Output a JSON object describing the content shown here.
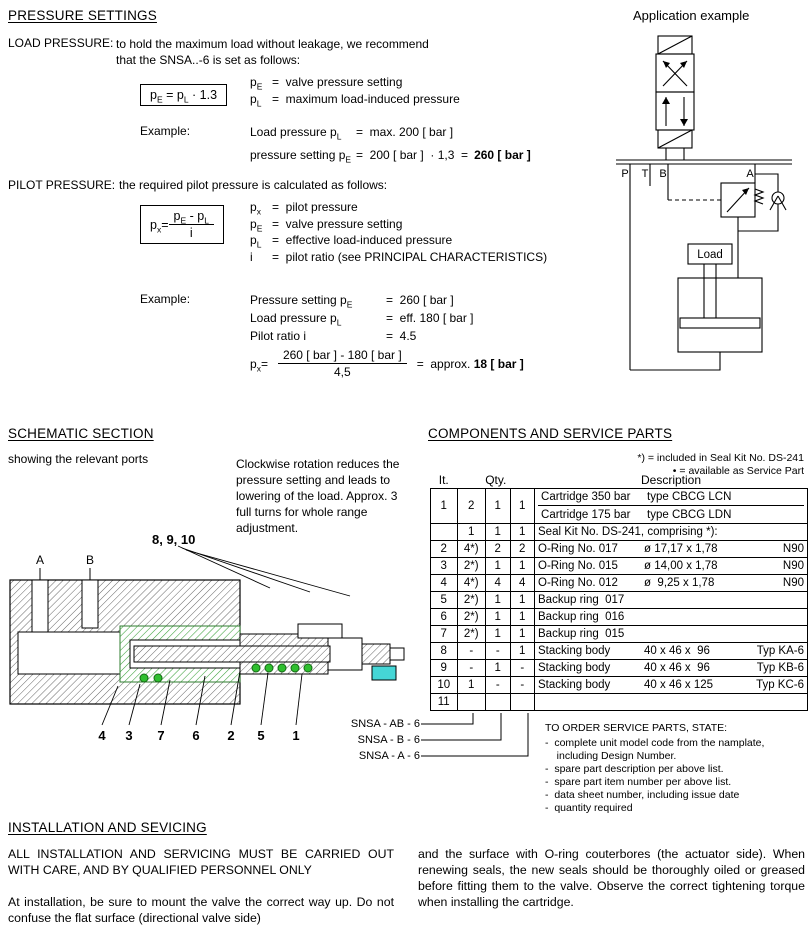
{
  "header": {
    "title": "PRESSURE SETTINGS",
    "application_example": "Application example"
  },
  "load": {
    "label": "LOAD PRESSURE:",
    "intro": "to hold the maximum load without leakage, we recommend\nthat the SNSA..-6 is set as follows:",
    "formula": {
      "a": "p",
      "a_sub": "E",
      "eq": " = ",
      "b": "p",
      "b_sub": "L",
      "tail": " · 1.3"
    },
    "defs": [
      {
        "sym": "p",
        "sub": "E",
        "text": "=  valve pressure setting"
      },
      {
        "sym": "p",
        "sub": "L",
        "text": "=  maximum load-induced pressure"
      }
    ],
    "example_label": "Example:",
    "line1": {
      "pre": "Load pressure p",
      "sub": "L",
      "val": "=  max. 200 [ bar ]"
    },
    "line2": {
      "pre": "pressure setting p",
      "sub": "E",
      "val": "=  200 [ bar ]  · 1,3  =",
      "bold": "260 [ bar ]"
    }
  },
  "pilot": {
    "label": "PILOT PRESSURE:",
    "intro": "the required pilot pressure is calculated as follows:",
    "formula": {
      "a": "p",
      "a_sub": "x",
      "eq": "=",
      "num_a": "p",
      "num_a_sub": "E",
      "num_b": " - p",
      "num_b_sub": "L",
      "den": "i"
    },
    "defs": [
      {
        "sym": "p",
        "sub": "x",
        "text": "=  pilot pressure"
      },
      {
        "sym": "p",
        "sub": "E",
        "text": "=  valve pressure setting"
      },
      {
        "sym": "p",
        "sub": "L",
        "text": "=  effective load-induced pressure"
      },
      {
        "sym": "i",
        "sub": "",
        "text": "=  pilot ratio (see PRINCIPAL CHARACTERISTICS)"
      }
    ],
    "example_label": "Example:",
    "rows": [
      {
        "pre": "Pressure setting p",
        "sub": "E",
        "val": "=  260 [ bar ]"
      },
      {
        "pre": "Load pressure p",
        "sub": "L",
        "val": "=  eff. 180 [ bar ]"
      },
      {
        "pre": "Pilot ratio i",
        "sub": "",
        "val": "=  4.5"
      }
    ],
    "calc": {
      "pre": "p",
      "sub": "x",
      "eq": "=",
      "num": "260 [ bar ] - 180 [ bar ]",
      "den": "4,5",
      "post": "=  approx. ",
      "bold": "18 [ bar ]"
    }
  },
  "application": {
    "p": "P",
    "t": "T",
    "b": "B",
    "a": "A",
    "load": "Load"
  },
  "schematic": {
    "title": "SCHEMATIC SECTION",
    "subtitle": "showing the relevant ports",
    "note": "Clockwise rotation reduces the pressure setting and leads to lowering of the load. Approx. 3 full turns for whole range adjustment.",
    "label_top": "8, 9, 10",
    "label_a": "A",
    "label_b": "B",
    "part_numbers": [
      "4",
      "3",
      "7",
      "6",
      "2",
      "5",
      "1"
    ]
  },
  "components": {
    "title": "COMPONENTS AND SERVICE PARTS",
    "footnote1": "*)  =  included in Seal Kit No. DS-241",
    "footnote2": "•  =  available as Service Part",
    "table": {
      "col_it": "It.",
      "col_qty": "Qty.",
      "col_desc": "Description",
      "cartridge": {
        "it": "1",
        "q1": "2",
        "q2": "1",
        "q3": "1",
        "line1_name": "Cartridge 350 bar",
        "line1_type": "type CBCG LCN",
        "line2_name": "Cartridge 175 bar",
        "line2_type": "type CBCG LDN"
      },
      "sealkit": {
        "it": "",
        "q1": "1",
        "q2": "1",
        "q3": "1",
        "desc": "Seal Kit No. DS-241, comprising *):"
      },
      "rows": [
        {
          "it": "2",
          "q1": "4*)",
          "q2": "2",
          "q3": "2",
          "d1": "O-Ring No. 017",
          "d2": "ø 17,17 x 1,78",
          "d3": "N90"
        },
        {
          "it": "3",
          "q1": "2*)",
          "q2": "1",
          "q3": "1",
          "d1": "O-Ring No. 015",
          "d2": "ø 14,00 x 1,78",
          "d3": "N90"
        },
        {
          "it": "4",
          "q1": "4*)",
          "q2": "4",
          "q3": "4",
          "d1": "O-Ring No. 012",
          "d2": "ø  9,25 x 1,78",
          "d3": "N90"
        },
        {
          "it": "5",
          "q1": "2*)",
          "q2": "1",
          "q3": "1",
          "d1": "Backup ring  017",
          "d2": "",
          "d3": ""
        },
        {
          "it": "6",
          "q1": "2*)",
          "q2": "1",
          "q3": "1",
          "d1": "Backup ring  016",
          "d2": "",
          "d3": ""
        },
        {
          "it": "7",
          "q1": "2*)",
          "q2": "1",
          "q3": "1",
          "d1": "Backup ring  015",
          "d2": "",
          "d3": ""
        },
        {
          "it": "8",
          "q1": "-",
          "q2": "-",
          "q3": "1",
          "d1": "Stacking body",
          "d2": "40 x 46 x  96",
          "d3": "Typ KA-6"
        },
        {
          "it": "9",
          "q1": "-",
          "q2": "1",
          "q3": "-",
          "d1": "Stacking body",
          "d2": "40 x 46 x  96",
          "d3": "Typ KB-6"
        },
        {
          "it": "10",
          "q1": "1",
          "q2": "-",
          "q3": "-",
          "d1": "Stacking body",
          "d2": "40 x 46 x 125",
          "d3": "Typ KC-6"
        },
        {
          "it": "11",
          "q1": "",
          "q2": "",
          "q3": "",
          "d1": "",
          "d2": "",
          "d3": ""
        }
      ]
    },
    "variants": [
      "SNSA - AB - 6",
      "SNSA - B - 6",
      "SNSA - A - 6"
    ],
    "order": {
      "title": "TO ORDER SERVICE PARTS, STATE:",
      "items": "-  complete unit model code from the namplate,\n    including Design Number.\n-  spare part description per above list.\n-  spare part item number per above list.\n-  data sheet number, including issue date\n-  quantity required"
    }
  },
  "installation": {
    "title": "INSTALLATION AND SEVICING",
    "left_p1": "ALL INSTALLATION AND SERVICING MUST BE CARRIED OUT WITH CARE, AND BY QUALIFIED PERSONNEL ONLY",
    "left_p2": "At installation, be sure to mount the valve the correct way up. Do not confuse the flat surface (directional valve side)",
    "right_p": "and the surface with O-ring couterbores (the actuator side). When renewing seals, the new seals should be thoroughly oiled or greased before fitting them to the valve. Observe the correct tightening torque when installing the cartridge."
  }
}
